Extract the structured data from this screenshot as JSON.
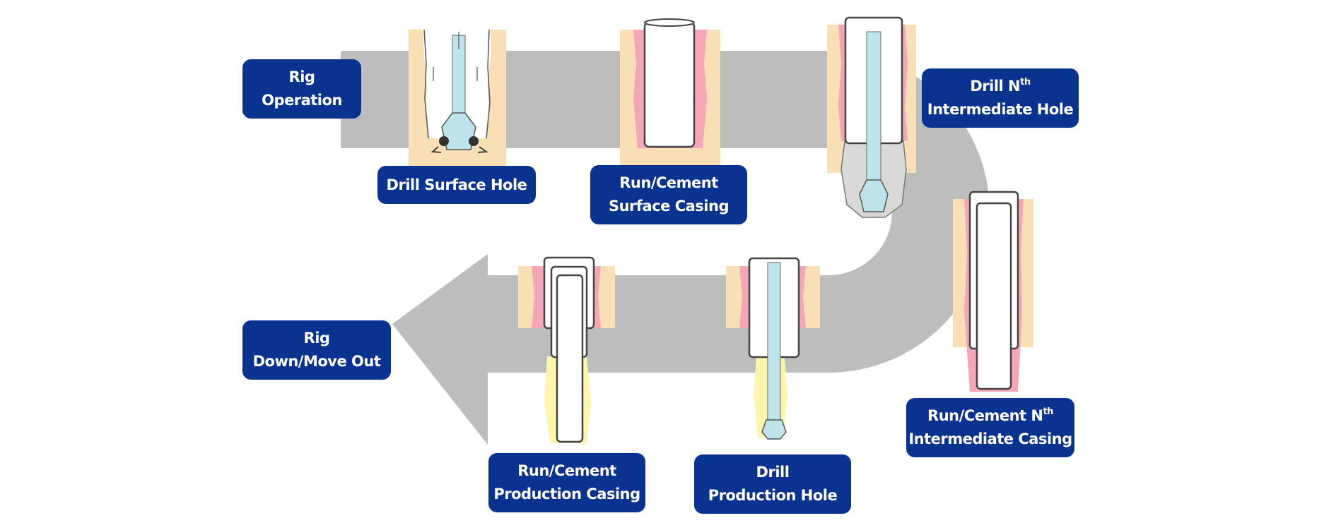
{
  "steps": {
    "rig_operation": {
      "line1": "Rig",
      "line2": "Operation"
    },
    "drill_surface_hole": {
      "line1": "Drill Surface Hole"
    },
    "surface_casing": {
      "line1": "Run/Cement",
      "line2": "Surface Casing"
    },
    "drill_intermediate": {
      "line1_pre": "Drill N",
      "line1_sup": "th",
      "line2": "Intermediate Hole"
    },
    "intermediate_casing": {
      "line1_pre": "Run/Cement N",
      "line1_sup": "th",
      "line2": "Intermediate Casing"
    },
    "drill_production": {
      "line1": "Drill",
      "line2": "Production Hole"
    },
    "production_casing": {
      "line1": "Run/Cement",
      "line2": "Production Casing"
    },
    "rig_down": {
      "line1": "Rig",
      "line2": "Down/Move Out"
    }
  },
  "colors": {
    "arrow": "#bdbdbd",
    "label_bg": "#0a3390",
    "label_text": "#ffffff",
    "formation": "#f9dfb5",
    "cement_surface": "#f2a6b6",
    "cement_production": "#fbf5ae",
    "drill_string": "#bfe3ea",
    "casing": "#ffffff"
  }
}
